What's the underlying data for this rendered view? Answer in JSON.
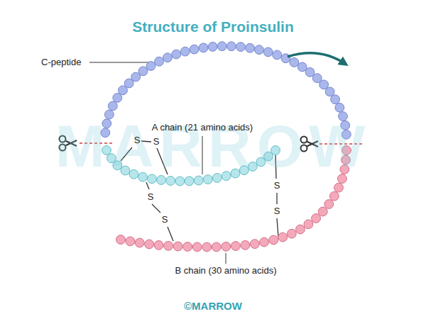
{
  "diagram": {
    "title": "Structure of Proinsulin",
    "labels": [
      "MARROW",
      "C-peptide",
      "A chain (21 amino acids)",
      "S",
      "S",
      "S",
      "S",
      "S",
      "S",
      "B chain (30 amino acids)",
      "©MARROW"
    ]
  }
}
